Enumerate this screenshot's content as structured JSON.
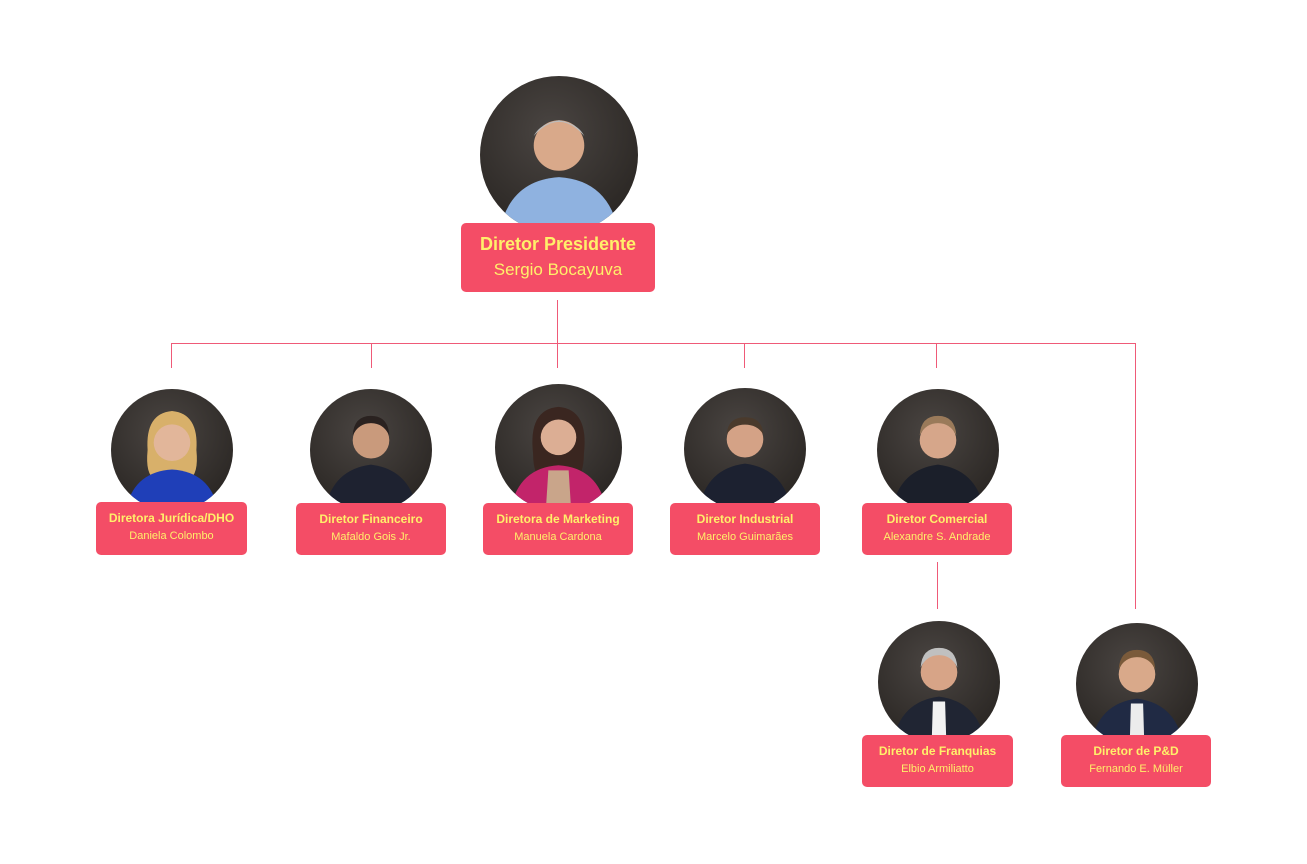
{
  "people": [
    {
      "role": "Diretor Presidente",
      "name": "Sergio Bocayuva",
      "shirt": "#8fb2e0",
      "hair": "#bcbcbc"
    },
    {
      "role": "Diretora Jurídica/DHO",
      "name": "Daniela Colombo",
      "shirt": "#1f3fb8",
      "hair": "#d8b06a"
    },
    {
      "role": "Diretor Financeiro",
      "name": "Mafaldo Gois Jr.",
      "shirt": "#1e2230",
      "hair": "#2a2220"
    },
    {
      "role": "Diretora de Marketing",
      "name": "Manuela Cardona",
      "shirt": "#c2246a",
      "hair": "#3a2620"
    },
    {
      "role": "Diretor Industrial",
      "name": "Marcelo Guimarães",
      "shirt": "#1c2130",
      "hair": "#4a3a2c"
    },
    {
      "role": "Diretor Comercial",
      "name": "Alexandre S. Andrade",
      "shirt": "#1b1f2a",
      "hair": "#9a7a5a"
    },
    {
      "role": "Diretor de Franquias",
      "name": "Elbio Armiliatto",
      "shirt": "#202533",
      "hair": "#c0c0c0"
    },
    {
      "role": "Diretor de P&D",
      "name": "Fernando E. Müller",
      "shirt": "#202a44",
      "hair": "#7a5a3a"
    }
  ],
  "colors": {
    "accent": "#f44d66",
    "text": "#fff06a",
    "line": "#ef5a78"
  }
}
